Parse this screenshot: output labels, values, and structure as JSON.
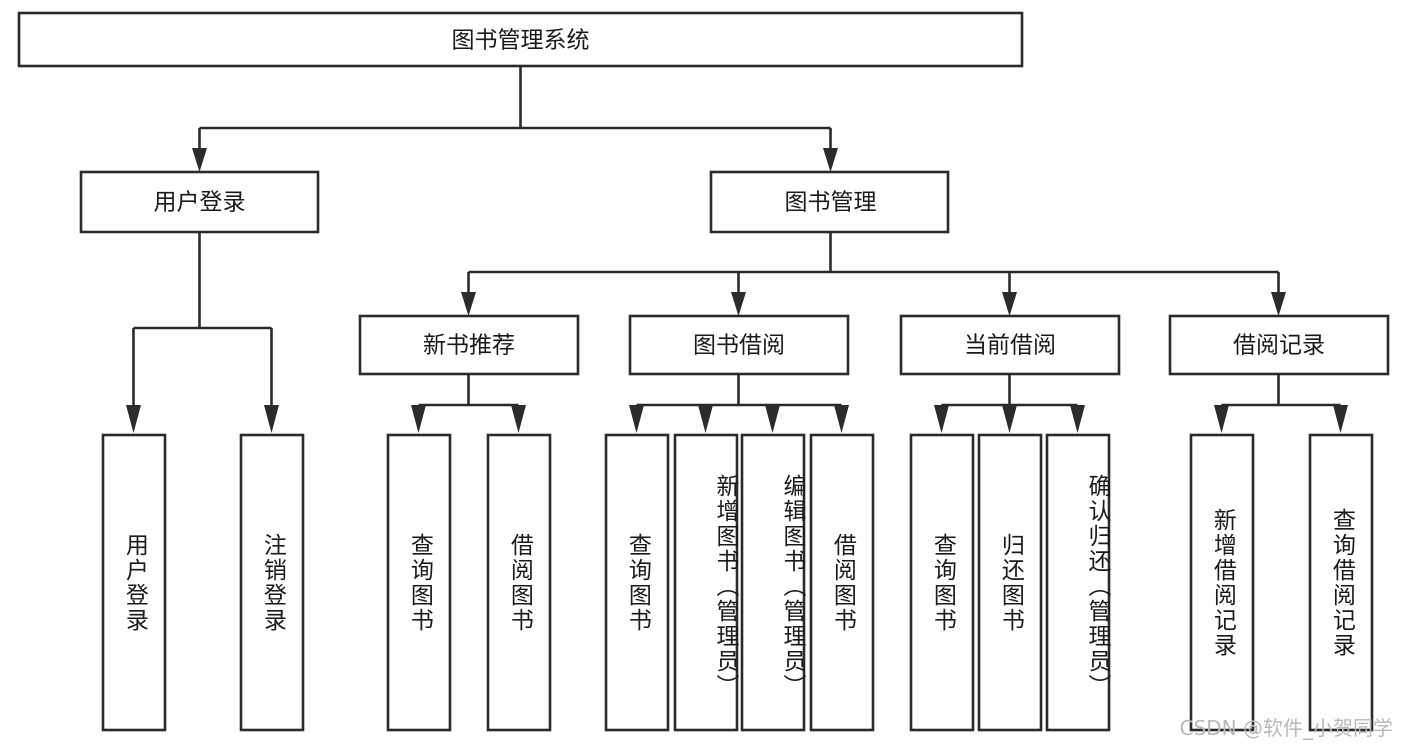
{
  "diagram": {
    "type": "tree-flowchart",
    "title_node": "图书管理系统",
    "watermark": "CSDN @软件_小贺同学",
    "colors": {
      "box_stroke": "#2b2b2b",
      "box_fill": "#ffffff",
      "text": "#1a1a1a",
      "background": "#ffffff",
      "watermark": "#b9b9b9"
    },
    "levels": {
      "root": {
        "label": "图书管理系统"
      },
      "level2": [
        {
          "id": "user-login",
          "label": "用户登录"
        },
        {
          "id": "book-management",
          "label": "图书管理"
        }
      ],
      "level3": [
        {
          "id": "new-book-recommend",
          "label": "新书推荐",
          "parent": "book-management"
        },
        {
          "id": "book-borrow",
          "label": "图书借阅",
          "parent": "book-management"
        },
        {
          "id": "current-borrow",
          "label": "当前借阅",
          "parent": "book-management"
        },
        {
          "id": "borrow-record",
          "label": "借阅记录",
          "parent": "book-management"
        }
      ],
      "leaves": [
        {
          "id": "leaf-user-login",
          "label": "用户登录",
          "parent": "user-login"
        },
        {
          "id": "leaf-logout",
          "label": "注销登录",
          "parent": "user-login"
        },
        {
          "id": "leaf-query-book-1",
          "label": "查询图书",
          "parent": "new-book-recommend"
        },
        {
          "id": "leaf-borrow-book-1",
          "label": "借阅图书",
          "parent": "new-book-recommend"
        },
        {
          "id": "leaf-query-book-2",
          "label": "查询图书",
          "parent": "book-borrow"
        },
        {
          "id": "leaf-add-book",
          "label": "新增图书（管理员）",
          "parent": "book-borrow"
        },
        {
          "id": "leaf-edit-book",
          "label": "编辑图书（管理员）",
          "parent": "book-borrow"
        },
        {
          "id": "leaf-borrow-book-2",
          "label": "借阅图书",
          "parent": "book-borrow"
        },
        {
          "id": "leaf-query-book-3",
          "label": "查询图书",
          "parent": "current-borrow"
        },
        {
          "id": "leaf-return-book",
          "label": "归还图书",
          "parent": "current-borrow"
        },
        {
          "id": "leaf-confirm-return",
          "label": "确认归还（管理员）",
          "parent": "current-borrow"
        },
        {
          "id": "leaf-add-record",
          "label": "新增借阅记录",
          "parent": "borrow-record"
        },
        {
          "id": "leaf-query-record",
          "label": "查询借阅记录",
          "parent": "borrow-record"
        }
      ]
    }
  }
}
